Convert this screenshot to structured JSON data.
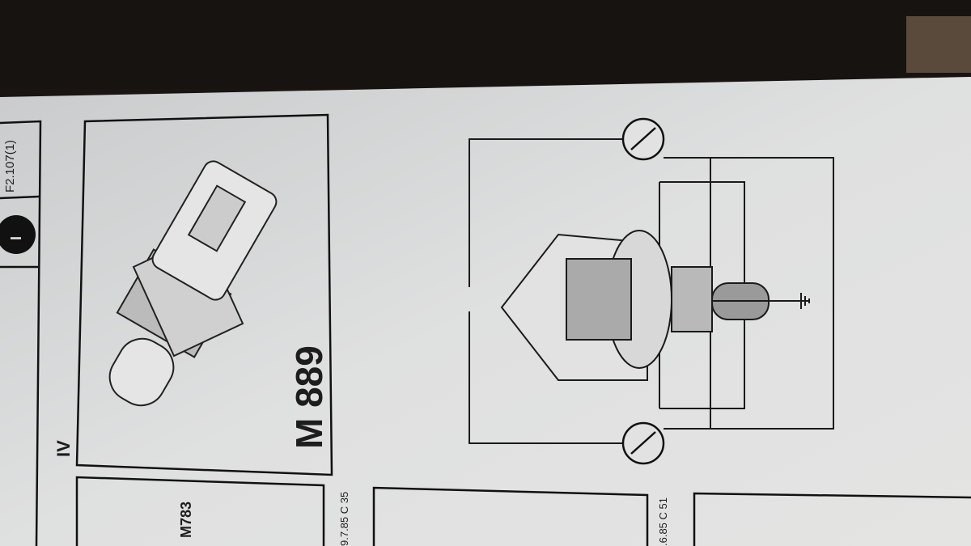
{
  "page": {
    "reference": "F2.107(1)",
    "section_symbol": "I",
    "section_numeral": "IV",
    "part_number": "M 889",
    "callout_label": "M783",
    "figure_codes": [
      "9.7.85 C 35",
      ".6.85 C 51"
    ],
    "symbols": [
      "ohm-theta-gauge-icon",
      "ground-icon",
      "temperature-sensor-icon"
    ]
  }
}
